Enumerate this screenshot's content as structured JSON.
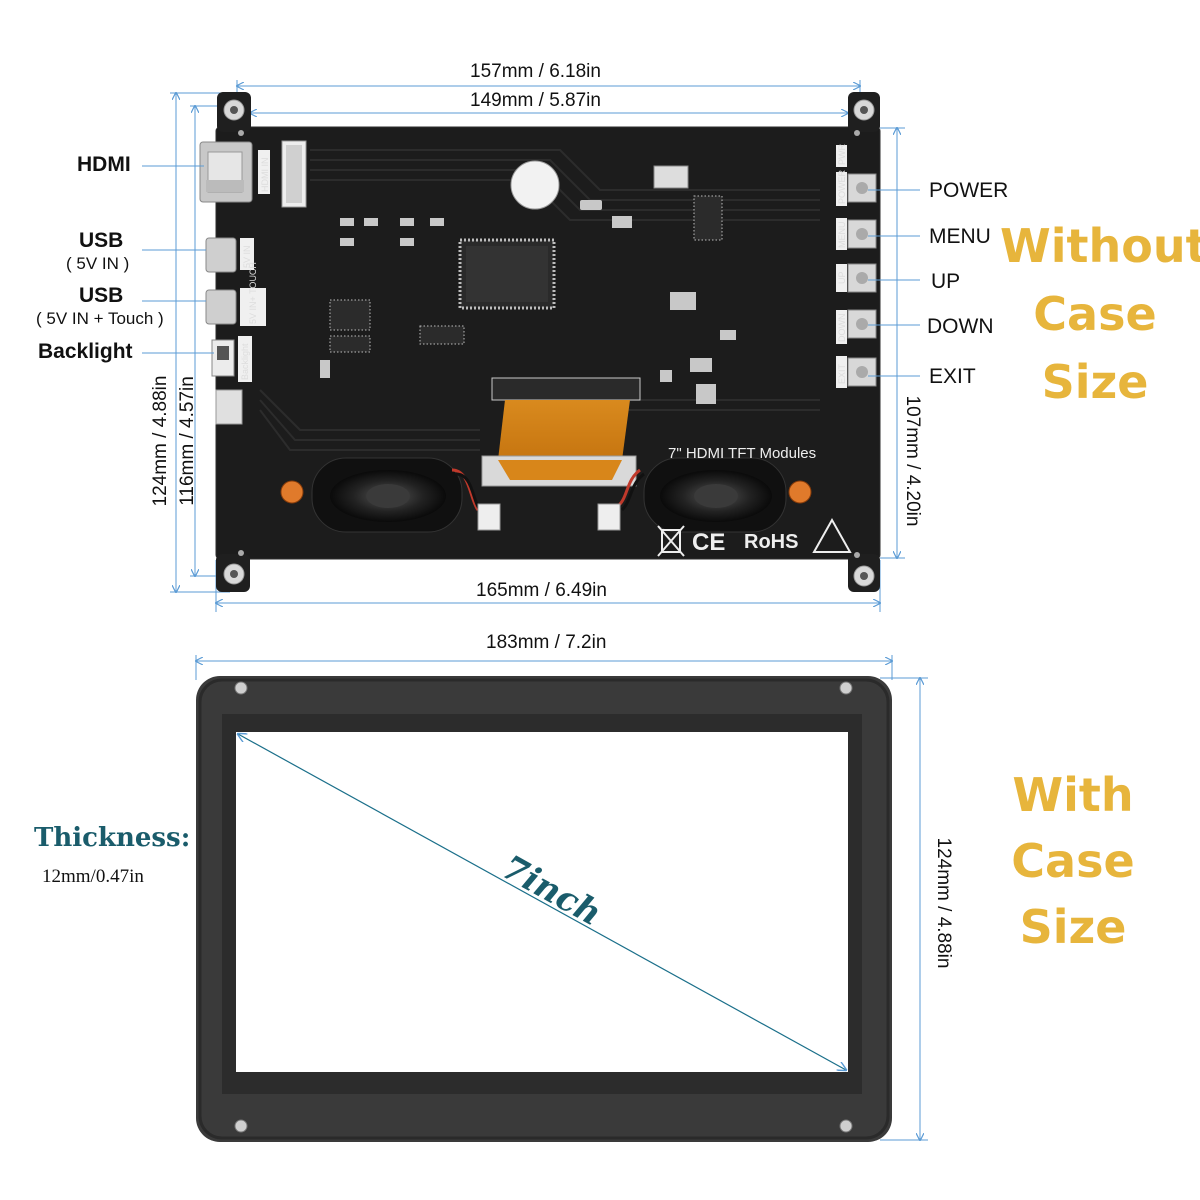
{
  "top_section": {
    "dim_157": "157mm / 6.18in",
    "dim_149": "149mm / 5.87in",
    "dim_165": "165mm / 6.49in",
    "dim_124_left": "124mm / 4.88in",
    "dim_116_left": "116mm / 4.57in",
    "dim_107_right": "107mm / 4.20in",
    "left_labels": {
      "hdmi": "HDMI",
      "usb1": "USB",
      "usb1_sub": "( 5V IN )",
      "usb2": "USB",
      "usb2_sub": "( 5V IN + Touch )",
      "backlight": "Backlight"
    },
    "right_labels": {
      "power": "POWER",
      "menu": "MENU",
      "up": "UP",
      "down": "DOWN",
      "exit": "EXIT"
    },
    "board_text": {
      "module_name": "7\" HDMI TFT Modules",
      "rohs": "RoHS",
      "ce": "CE",
      "hdmi_in": "HDMI IN",
      "five_v_in": "5V IN",
      "five_v_touch": "5V IN+ TOUCH",
      "backlight_silk": "Backlight",
      "pwr_silk": "PWR",
      "power_silk": "POWER",
      "menu_silk": "MENU",
      "up_silk": "UP",
      "down_silk": "DOWN",
      "exit_silk": "EXIT"
    },
    "title": "Without Case Size"
  },
  "bottom_section": {
    "dim_183": "183mm / 7.2in",
    "dim_124_right": "124mm / 4.88in",
    "thickness_label": "Thickness:",
    "thickness_value": "12mm/0.47in",
    "diagonal_label": "7inch",
    "title": "With Case Size"
  },
  "colors": {
    "gold": "#e7b53c",
    "teal_text": "#1a5c6b",
    "dimension_line": "#5b9bd5",
    "board": "#1c1c1c",
    "case": "#3a3a3a"
  }
}
